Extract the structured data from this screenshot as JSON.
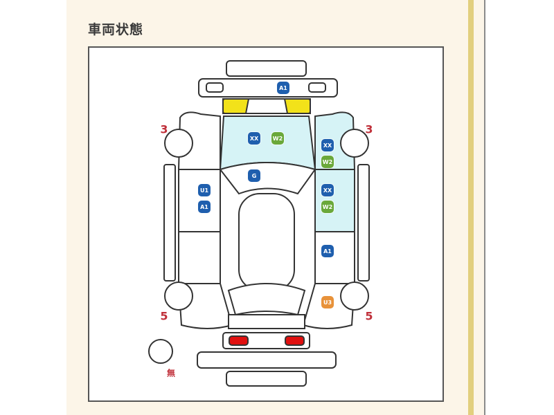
{
  "section_title": "車両状態",
  "diagram": {
    "badges": [
      {
        "code": "A1",
        "color": "blue",
        "part": "front-bumper"
      },
      {
        "code": "XX",
        "color": "blue",
        "part": "windshield"
      },
      {
        "code": "W2",
        "color": "green",
        "part": "windshield"
      },
      {
        "code": "G",
        "color": "blue",
        "part": "hood"
      },
      {
        "code": "U1",
        "color": "blue",
        "part": "left-front-door"
      },
      {
        "code": "A1",
        "color": "blue",
        "part": "left-front-door"
      },
      {
        "code": "XX",
        "color": "blue",
        "part": "right-front-fender"
      },
      {
        "code": "W2",
        "color": "green",
        "part": "right-front-fender"
      },
      {
        "code": "XX",
        "color": "blue",
        "part": "right-front-door"
      },
      {
        "code": "W2",
        "color": "green",
        "part": "right-front-door"
      },
      {
        "code": "A1",
        "color": "blue",
        "part": "right-rear-door"
      },
      {
        "code": "U3",
        "color": "orange",
        "part": "right-rear-quarter"
      }
    ],
    "tire_marks": {
      "front_left": "3",
      "front_right": "3",
      "rear_left": "5",
      "rear_right": "5",
      "spare": "無"
    },
    "colors": {
      "blue": "#1f5fae",
      "green": "#6aa83a",
      "orange": "#e8923a",
      "glass": "#d6f3f6",
      "headlight": "#f2e21a",
      "taillight": "#e0100f",
      "mark": "#c0303a"
    }
  }
}
